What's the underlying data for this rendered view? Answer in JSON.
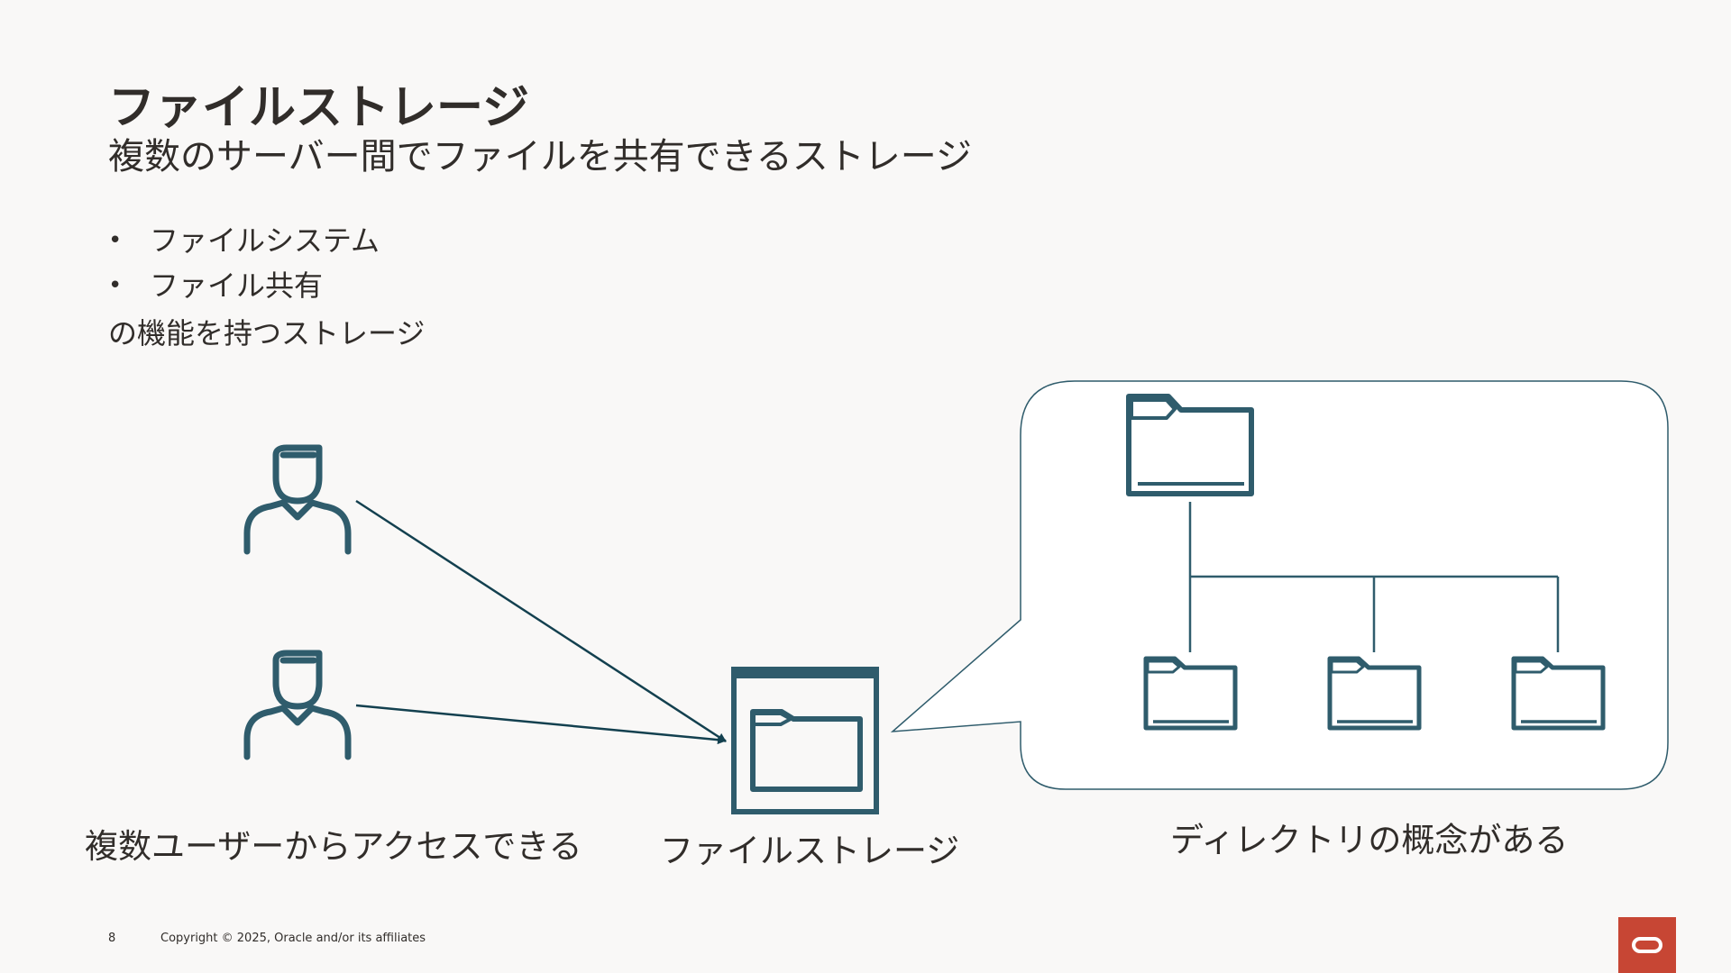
{
  "slide": {
    "title": "ファイルストレージ",
    "subtitle": "複数のサーバー間でファイルを共有できるストレージ",
    "bullets": [
      "ファイルシステム",
      "ファイル共有"
    ],
    "bullet_symbol": "•",
    "after_bullets": "の機能を持つストレージ"
  },
  "diagram": {
    "users_label": "複数ユーザーからアクセスできる",
    "storage_label": "ファイルストレージ",
    "directory_label": "ディレクトリの概念がある",
    "icon_color": "#2f5c6c",
    "arrow_color": "#13404f"
  },
  "footer": {
    "page_number": "8",
    "copyright": "Copyright © 2025, Oracle and/or its affiliates"
  },
  "brand": {
    "logo_color": "#c74634"
  }
}
